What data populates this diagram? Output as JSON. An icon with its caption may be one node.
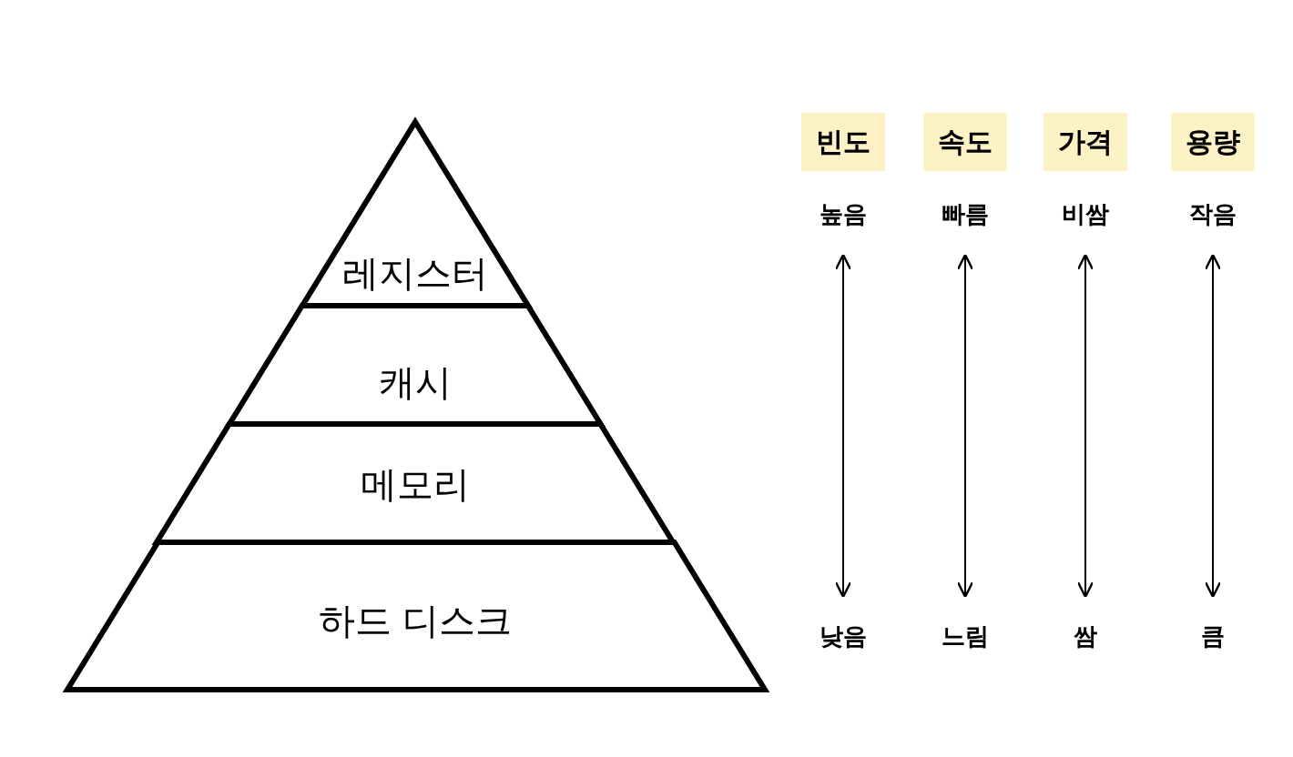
{
  "diagram": {
    "nodes": [
      {
        "text": [
          "레지스터"
        ]
      },
      {
        "text": [
          "캐시"
        ]
      },
      {
        "text": [
          "메모리"
        ]
      },
      {
        "text": [
          "하드 디스크"
        ]
      },
      {
        "text": [
          "빈도"
        ]
      },
      {
        "text": [
          "속도"
        ]
      },
      {
        "text": [
          "가격"
        ]
      },
      {
        "text": [
          "용량"
        ]
      },
      {
        "text": [
          "높음"
        ]
      },
      {
        "text": [
          "빠름"
        ]
      },
      {
        "text": [
          "비쌈"
        ]
      },
      {
        "text": [
          "작음"
        ]
      },
      {
        "text": [
          "낮음"
        ]
      },
      {
        "text": [
          "느림"
        ]
      },
      {
        "text": [
          "쌈"
        ]
      },
      {
        "text": [
          "큼"
        ]
      }
    ],
    "edges": [
      {
        "from": 8,
        "to": 12,
        "arrow": "both"
      },
      {
        "from": 9,
        "to": 13,
        "arrow": "both"
      },
      {
        "from": 10,
        "to": 14,
        "arrow": "both"
      },
      {
        "from": 11,
        "to": 15,
        "arrow": "both"
      }
    ]
  }
}
